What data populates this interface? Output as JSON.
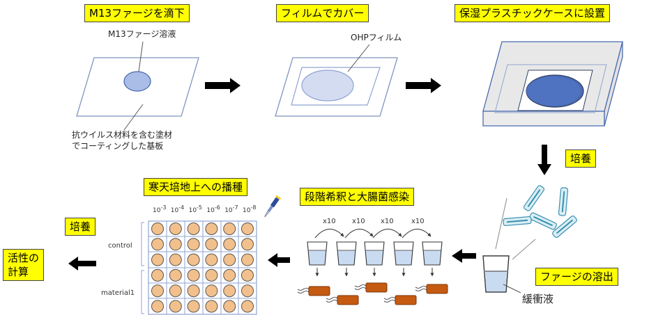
{
  "steps": {
    "drop": "M13ファージを滴下",
    "cover": "フィルムでカバー",
    "case": "保湿プラスチックケースに設置",
    "culture": "培養",
    "elute": "ファージの溶出",
    "dilute": "段階希釈と大腸菌感染",
    "plate": "寒天培地上への播種",
    "culture2": "培養",
    "calc_line1": "活性の",
    "calc_line2": "計算"
  },
  "labels": {
    "phage_solution": "M13ファージ溶液",
    "substrate_line1": "抗ウイルス材料を含む塗材",
    "substrate_line2": "でコーティングした基板",
    "ohp_film": "OHPフィルム",
    "buffer": "緩衝液",
    "row_control": "control",
    "row_material": "material1",
    "dilution_factor": "x10"
  },
  "dilution_columns": [
    {
      "base": "10",
      "exp": "-3"
    },
    {
      "base": "10",
      "exp": "-4"
    },
    {
      "base": "10",
      "exp": "-5"
    },
    {
      "base": "10",
      "exp": "-6"
    },
    {
      "base": "10",
      "exp": "-7"
    },
    {
      "base": "10",
      "exp": "-8"
    }
  ],
  "colors": {
    "label_bg": "#ffff00",
    "drop_fill": "#a9bde6",
    "film_fill": "#d4dcf2",
    "plate_dot": "#f2c08c",
    "ecoli": "#c55a11",
    "tube_liquid": "#c9dbf1"
  }
}
